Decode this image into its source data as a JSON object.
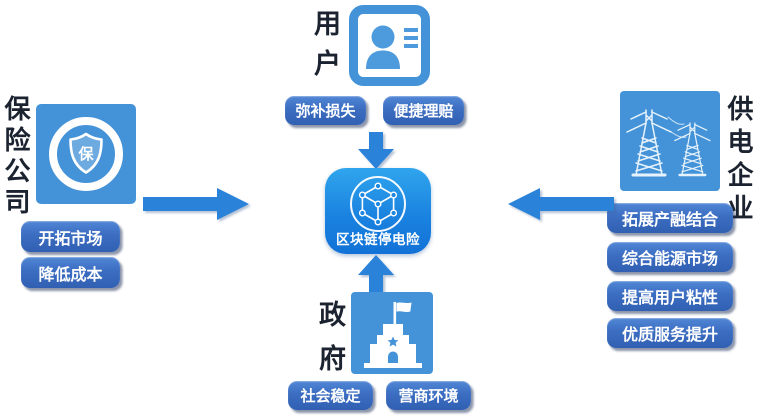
{
  "center": {
    "label": "区块链停电险",
    "icon": "blockchain-network-icon"
  },
  "sections": {
    "insurance": {
      "title": "保险公司",
      "icon": "insurance-shield-icon",
      "shield_char": "保",
      "pills": [
        "开拓市场",
        "降低成本"
      ]
    },
    "user": {
      "title": "用户",
      "icon": "user-profile-icon",
      "pills": [
        "弥补损失",
        "便捷理赔"
      ]
    },
    "power": {
      "title": "供电企业",
      "icon": "transmission-towers-icon",
      "pills": [
        "拓展产融结合",
        "综合能源市场",
        "提高用户粘性",
        "优质服务提升"
      ]
    },
    "government": {
      "title": "政府",
      "icon": "government-building-icon",
      "pills": [
        "社会稳定",
        "营商环境"
      ]
    }
  },
  "arrows": [
    {
      "name": "insurance-to-center",
      "direction": "right"
    },
    {
      "name": "user-to-center",
      "direction": "down"
    },
    {
      "name": "power-to-center",
      "direction": "left"
    },
    {
      "name": "government-to-center",
      "direction": "up"
    }
  ],
  "colors": {
    "icon_blue": "#4493D8",
    "pill_blue": "#3B6DC1",
    "arrow_blue": "#2B83D9",
    "app_gradient_top": "#30A5ED",
    "app_gradient_bottom": "#1272D7",
    "heading_text": "#1C2330",
    "background": "#FFFFFF"
  }
}
